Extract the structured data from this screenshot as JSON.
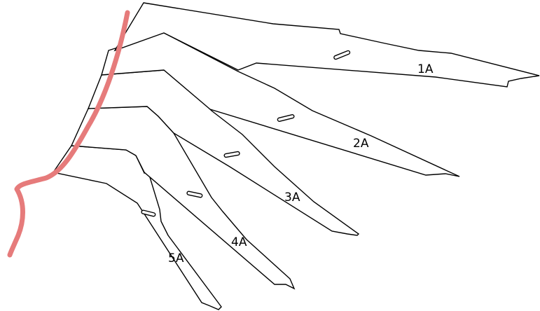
{
  "colors": {
    "outline": "#000000",
    "leading_edge": "#e67b7b",
    "background": "#ffffff"
  },
  "feathers": [
    {
      "id": "1A",
      "label": "1A"
    },
    {
      "id": "2A",
      "label": "2A"
    },
    {
      "id": "3A",
      "label": "3A"
    },
    {
      "id": "4A",
      "label": "4A"
    },
    {
      "id": "5A",
      "label": "5A"
    }
  ]
}
